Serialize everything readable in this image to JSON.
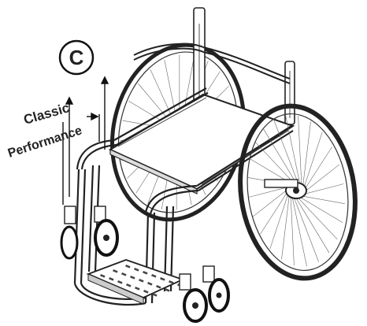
{
  "diagram": {
    "callout_letter": "C",
    "labels": {
      "classic": "Classic",
      "performance": "Performance"
    }
  }
}
